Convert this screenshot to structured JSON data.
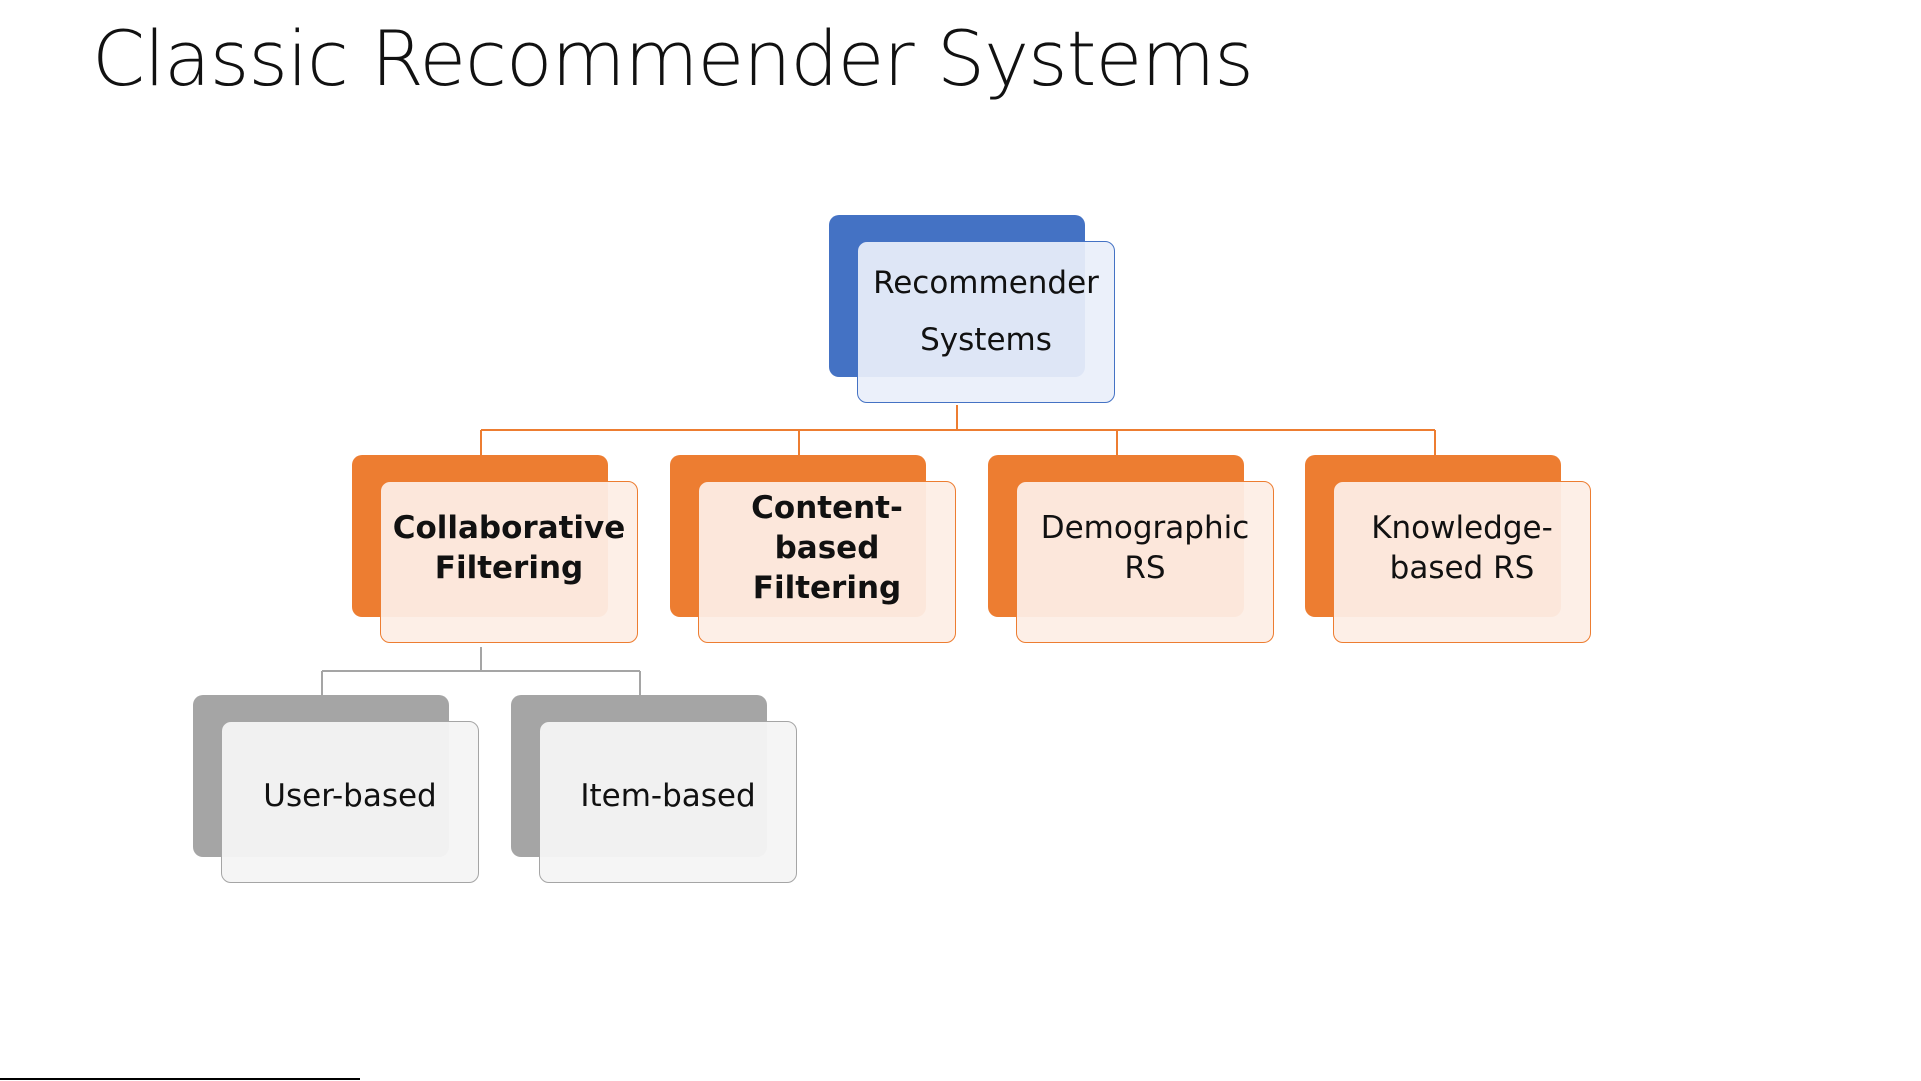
{
  "slide": {
    "title": "Classic Recommender Systems"
  },
  "diagram": {
    "root": {
      "label": "Recommender\nSystems",
      "color": "#4472c4"
    },
    "level1": {
      "color": "#ed7d31",
      "nodes": [
        {
          "label": "Collaborative\nFiltering",
          "bold": true
        },
        {
          "label": "Content-based\nFiltering",
          "bold": true
        },
        {
          "label": "Demographic\nRS",
          "bold": false
        },
        {
          "label": "Knowledge-\nbased RS",
          "bold": false
        }
      ]
    },
    "level2": {
      "color": "#a5a5a5",
      "parent": "Collaborative\nFiltering",
      "nodes": [
        {
          "label": "User-based"
        },
        {
          "label": "Item-based"
        }
      ]
    }
  }
}
